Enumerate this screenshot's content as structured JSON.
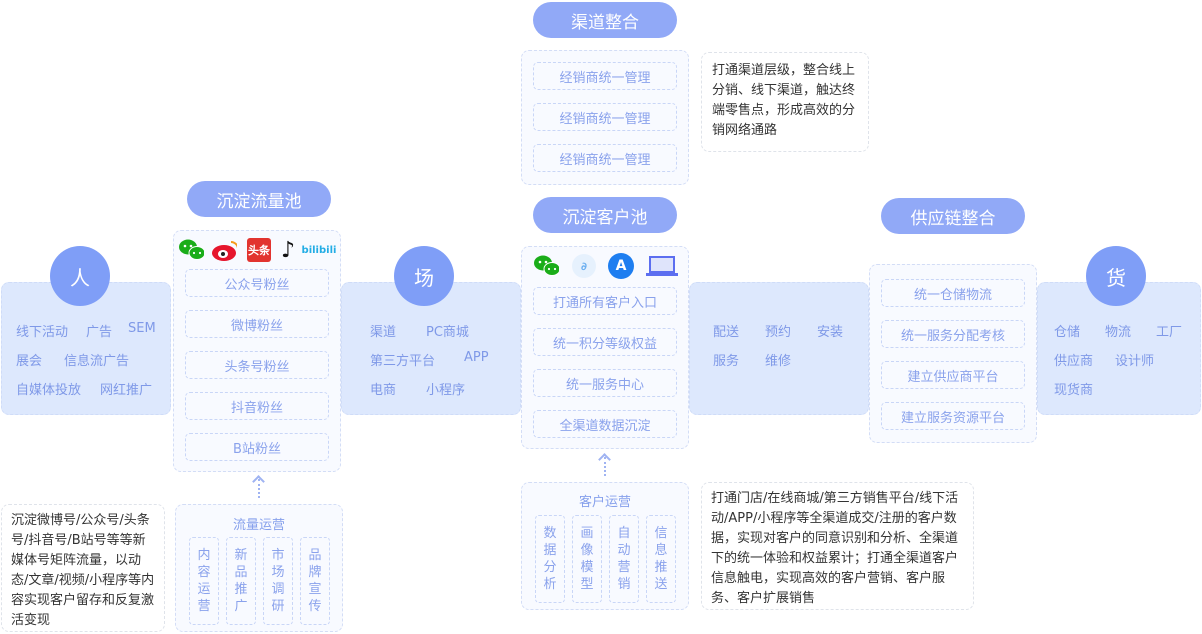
{
  "channel": {
    "title": "渠道整合",
    "items": [
      "经销商统一管理",
      "经销商统一管理",
      "经销商统一管理"
    ],
    "note": "打通渠道层级，整合线上分销、线下渠道，触达终端零售点，形成高效的分销网络通路"
  },
  "traffic_pool": {
    "title": "沉淀流量池",
    "icons": [
      "wechat-icon",
      "weibo-icon",
      "toutiao-icon",
      "douyin-icon",
      "bilibili-icon"
    ],
    "icon_text": {
      "toutiao": "头条",
      "bilibili": "bilibili"
    },
    "items": [
      "公众号粉丝",
      "微博粉丝",
      "头条号粉丝",
      "抖音粉丝",
      "B站粉丝"
    ]
  },
  "person": {
    "title": "人",
    "tags": [
      "线下活动",
      "广告",
      "SEM",
      "展会",
      "信息流广告",
      "自媒体投放",
      "网红推广"
    ]
  },
  "place": {
    "title": "场",
    "tags": [
      "渠道",
      "PC商城",
      "第三方平台",
      "APP",
      "电商",
      "小程序"
    ]
  },
  "customer_pool": {
    "title": "沉淀客户池",
    "icons": [
      "wechat-icon",
      "mini-program-icon",
      "app-store-icon",
      "laptop-icon"
    ],
    "items": [
      "打通所有客户入口",
      "统一积分等级权益",
      "统一服务中心",
      "全渠道数据沉淀"
    ]
  },
  "service": {
    "tags": [
      "配送",
      "预约",
      "安装",
      "服务",
      "维修"
    ]
  },
  "supply": {
    "title": "供应链整合",
    "items": [
      "统一仓储物流",
      "统一服务分配考核",
      "建立供应商平台",
      "建立服务资源平台"
    ]
  },
  "goods": {
    "title": "货",
    "tags": [
      "仓储",
      "物流",
      "工厂",
      "供应商",
      "设计师",
      "现货商"
    ]
  },
  "traffic_ops": {
    "title": "流量运营",
    "items": [
      "内容运营",
      "新品推广",
      "市场调研",
      "品牌宣传"
    ]
  },
  "customer_ops": {
    "title": "客户运营",
    "items": [
      "数据分析",
      "画像模型",
      "自动营销",
      "信息推送"
    ]
  },
  "notes": {
    "left": "沉淀微博号/公众号/头条号/抖音号/B站号等等新媒体号矩阵流量，以动态/文章/视频/小程序等内容实现客户留存和反复激活变现",
    "bottom": "打通门店/在线商城/第三方销售平台/线下活动/APP/小程序等全渠道成交/注册的客户数据，实现对客户的同意识别和分析、全渠道下的统一体验和权益累计；打通全渠道客户信息触电，实现高效的客户营销、客户服务、客户扩展销售"
  }
}
